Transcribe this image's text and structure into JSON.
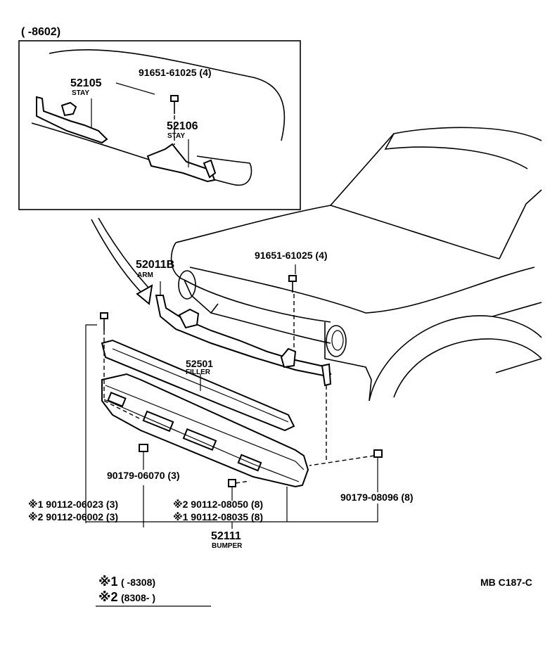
{
  "inset": {
    "range": "(        -8602)",
    "stay_left": {
      "number": "52105",
      "name": "STAY"
    },
    "stay_right": {
      "number": "52106",
      "name": "STAY"
    },
    "bolt": "91651-61025 (4)"
  },
  "main": {
    "arm": {
      "number": "52011B",
      "name": "ARM"
    },
    "bolt": "91651-61025 (4)",
    "filler": {
      "number": "52501",
      "name": "FILLER"
    },
    "nut_filler": "90179-06070 (3)",
    "nut_bumper": "90179-08096 (8)",
    "bolt_left_1": "※1 90112-06023 (3)",
    "bolt_left_2": "※2 90112-06002 (3)",
    "bolt_mid_2": "※2 90112-08050 (8)",
    "bolt_mid_1": "※1 90112-08035 (8)",
    "bumper": {
      "number": "52111",
      "name": "BUMPER"
    }
  },
  "legend": {
    "mark1": "※1",
    "range1": "(        -8308)",
    "mark2": "※2",
    "range2": "(8308-        )"
  },
  "code": "MB C187-C"
}
